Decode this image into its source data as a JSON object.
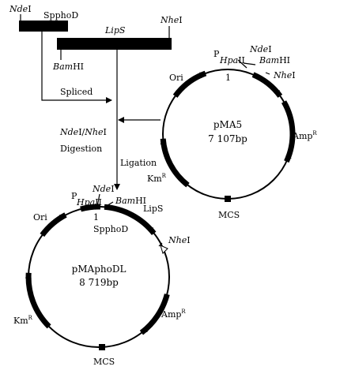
{
  "fragments": {
    "spphod_site_left": "Nde",
    "spphod_site_left_suffix": "I",
    "spphod_name": "SpphoD",
    "lips_name": "LipS",
    "lips_site_right": "Nhe",
    "lips_site_right_suffix": "I",
    "lips_site_left": "Bam",
    "lips_site_left_suffix": "HI"
  },
  "steps": {
    "spliced": "Spliced",
    "digest_enzyme_1": "Nde",
    "digest_enzyme_1_suffix": "I/",
    "digest_enzyme_2": "Nhe",
    "digest_enzyme_2_suffix": "I",
    "digestion": "Digestion",
    "ligation": "Ligation"
  },
  "pma5": {
    "name": "pMA5",
    "size": "7 107bp",
    "promoter_p": "P",
    "promoter_site": "Hpa",
    "promoter_site_suffix": "II",
    "start_mark": "1",
    "site_nde": "Nde",
    "site_nde_suffix": "I",
    "site_bam": "Bam",
    "site_bam_suffix": "HI",
    "site_nhe": "Nhe",
    "site_nhe_suffix": "I",
    "ori": "Ori",
    "amp": "Amp",
    "amp_sup": "R",
    "km": "Km",
    "km_sup": "R",
    "mcs": "MCS"
  },
  "pmaphodl": {
    "name": "pMAphoDL",
    "size": "8 719bp",
    "promoter_p": "P",
    "promoter_site": "Hpa",
    "promoter_site_suffix": "II",
    "start_mark": "1",
    "site_nde": "Nde",
    "site_nde_suffix": "I",
    "site_bam": "Bam",
    "site_bam_suffix": "HI",
    "site_nhe": "Nhe",
    "site_nhe_suffix": "I",
    "spphod": "SpphoD",
    "lips": "LipS",
    "ori": "Ori",
    "amp": "Amp",
    "amp_sup": "R",
    "km": "Km",
    "km_sup": "R",
    "mcs": "MCS"
  }
}
